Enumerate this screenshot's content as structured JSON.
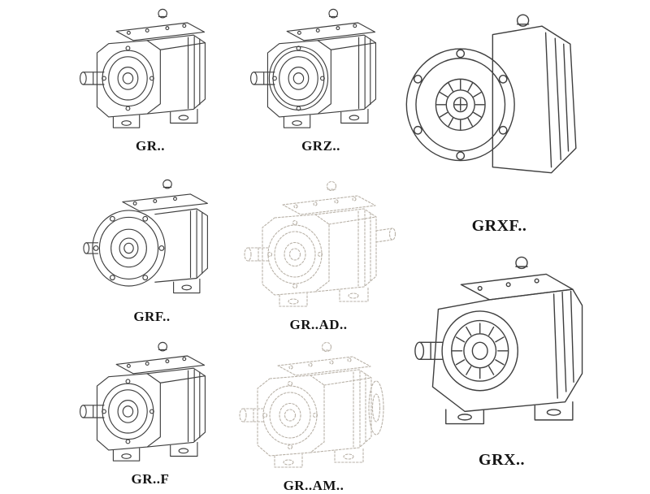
{
  "page": {
    "background_color": "#ffffff",
    "line_color": "#3f3f3f",
    "ghost_line_color": "#b9b2a8",
    "label_color": "#141414"
  },
  "figures": [
    {
      "label": "GR..",
      "drawing": "foot-mounted-helical-gearbox",
      "line_style": "solid"
    },
    {
      "label": "GRZ..",
      "drawing": "foot-mounted-helical-gearbox-reinforced",
      "line_style": "solid"
    },
    {
      "label": "GRXF..",
      "drawing": "flange-mounted-helical-gearbox-front",
      "line_style": "solid"
    },
    {
      "label": "GRF..",
      "drawing": "flange-mounted-helical-gearbox",
      "line_style": "solid"
    },
    {
      "label": "GR..AD..",
      "drawing": "helical-gearbox-with-input-adapter",
      "line_style": "dashed"
    },
    {
      "label": "GR..F",
      "drawing": "foot-flange-helical-gearbox",
      "line_style": "solid"
    },
    {
      "label": "GR..AM..",
      "drawing": "helical-gearbox-with-motor-flange",
      "line_style": "dashed"
    },
    {
      "label": "GRX..",
      "drawing": "large-foot-mounted-helical-gearbox",
      "line_style": "solid"
    }
  ]
}
